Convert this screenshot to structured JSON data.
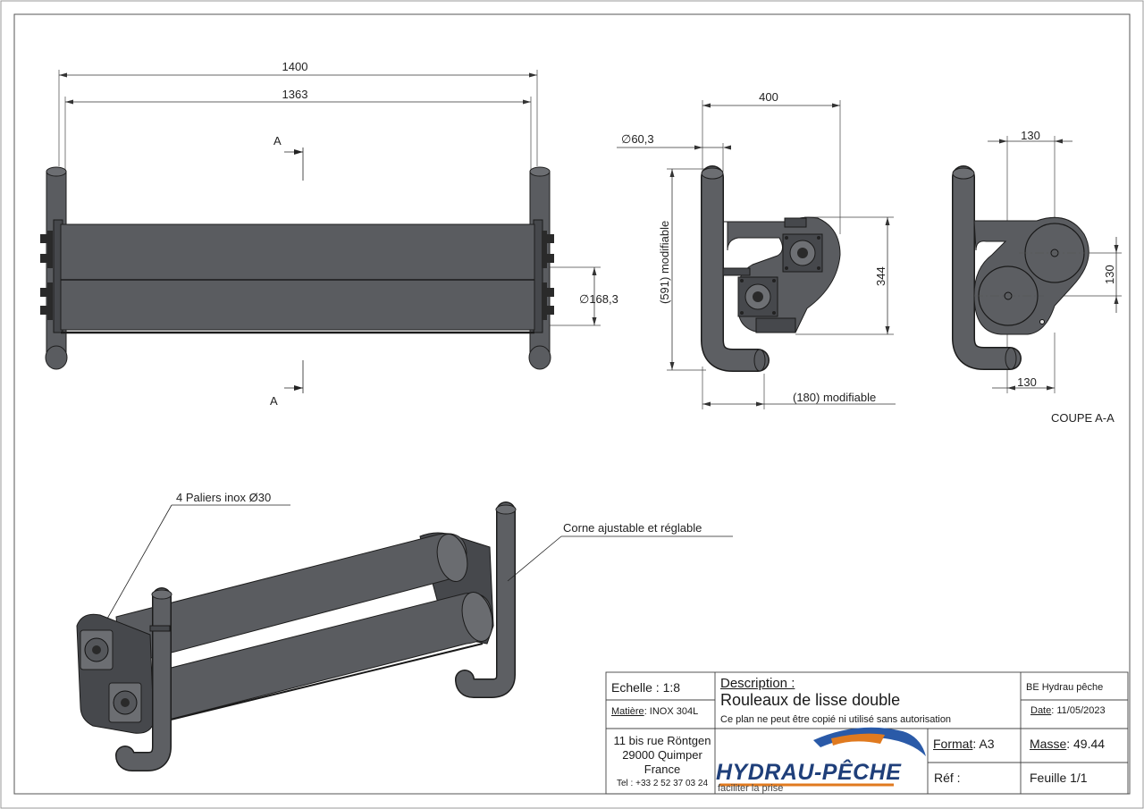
{
  "drawing": {
    "front_view": {
      "dim_overall": "1400",
      "dim_inner": "1363",
      "section_mark_top": "A",
      "section_mark_bottom": "A",
      "dim_roller_diameter": "∅168,3"
    },
    "side_view": {
      "dim_width": "400",
      "dim_pipe_diameter": "∅60,3",
      "dim_height": "(591) modifiable",
      "dim_mount_height": "344",
      "dim_bottom": "(180) modifiable"
    },
    "section_view": {
      "dim_top": "130",
      "dim_right": "130",
      "dim_bottom": "130",
      "label": "COUPE A-A"
    },
    "iso_view": {
      "callout_bearings": "4 Paliers inox Ø30",
      "callout_horn": "Corne ajustable et réglable"
    }
  },
  "title_block": {
    "scale_label": "Echelle : 1:8",
    "material_label": "Matière",
    "material_value": ": INOX 304L",
    "address_line1": "11 bis rue Röntgen",
    "address_line2": "29000 Quimper",
    "address_line3": "France",
    "phone": "Tel : +33 2 52 37 03 24",
    "description_label": "Description :",
    "description_value": "Rouleaux de lisse double",
    "copyright_note": "Ce plan ne peut être copié ni utilisé sans autorisation",
    "company": "BE Hydrau pêche",
    "date_label": "Date",
    "date_value": ": 11/05/2023",
    "format_label": "Format",
    "format_value": ": A3",
    "mass_label": "Masse",
    "mass_value": ": 49.44",
    "ref_label": "Réf :",
    "sheet_label": "Feuille 1/1",
    "logo_brand": "HYDRAU-PÊCHE",
    "logo_tagline": "faciliter la prise"
  },
  "colors": {
    "metal": "#5a5c60",
    "outline": "#1e1e1e",
    "logo_blue": "#1f3f7a",
    "logo_orange": "#e07a1f"
  }
}
